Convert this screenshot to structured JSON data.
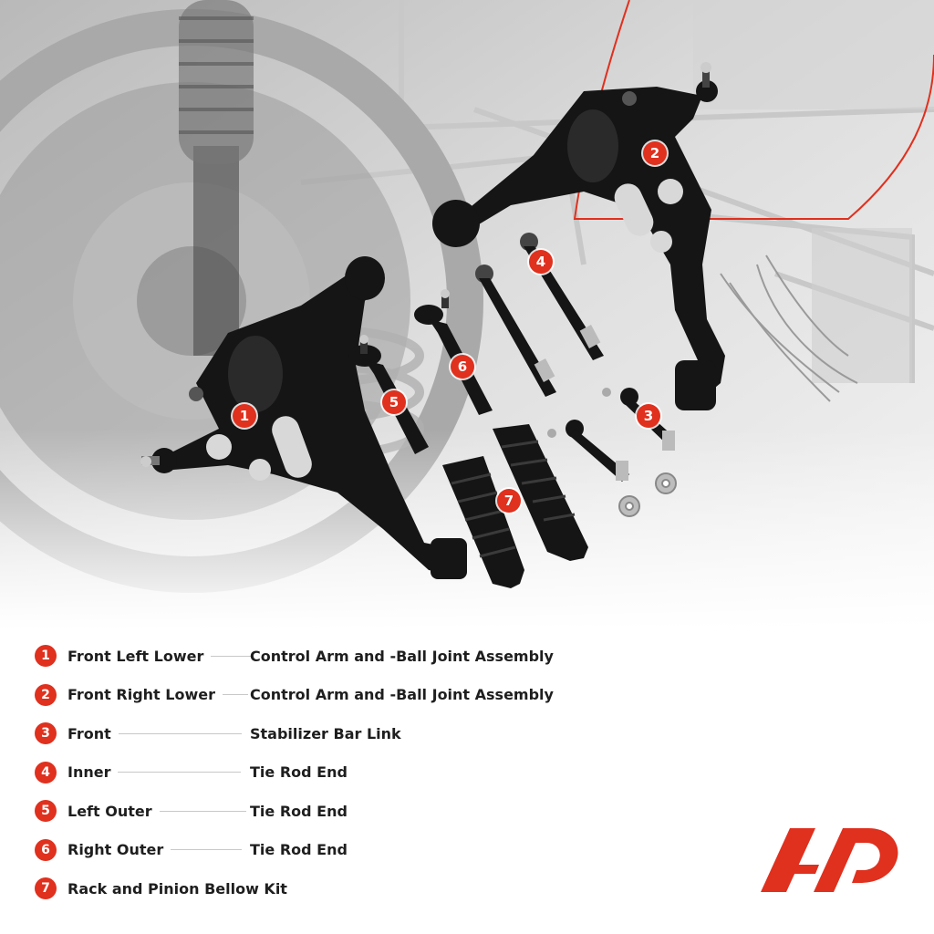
{
  "photo_badges": [
    "1",
    "2",
    "3",
    "4",
    "5",
    "6",
    "7"
  ],
  "legend": [
    {
      "num": "1",
      "label": "Front Left Lower",
      "desc": "Control Arm and -Ball Joint Assembly"
    },
    {
      "num": "2",
      "label": "Front Right Lower",
      "desc": "Control Arm and -Ball Joint Assembly"
    },
    {
      "num": "3",
      "label": "Front",
      "desc": "Stabilizer Bar Link"
    },
    {
      "num": "4",
      "label": "Inner",
      "desc": "Tie Rod End"
    },
    {
      "num": "5",
      "label": "Left Outer",
      "desc": "Tie Rod End"
    },
    {
      "num": "6",
      "label": "Right Outer",
      "desc": "Tie Rod End"
    },
    {
      "num": "7",
      "label": "Rack and Pinion Bellow Kit",
      "desc": ""
    }
  ],
  "colors": {
    "accent": "#e0301e",
    "text": "#1e1e1e",
    "part": "#151515"
  },
  "logo_icon": "ap-logo-icon"
}
